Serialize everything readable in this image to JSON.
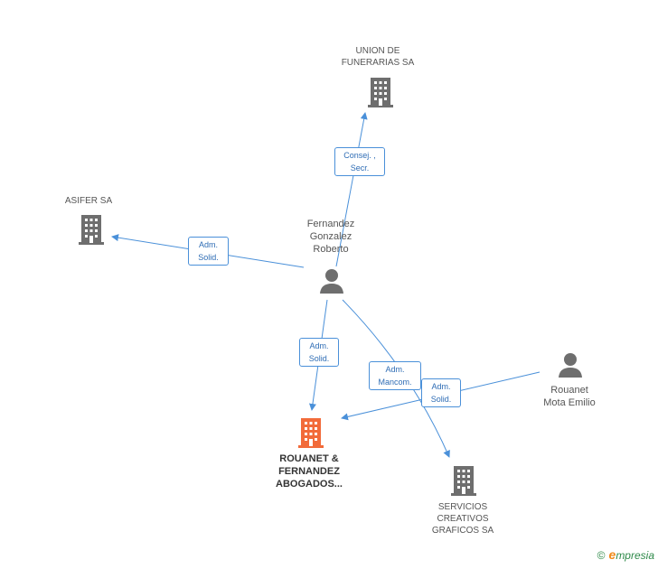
{
  "nodes": {
    "union": {
      "lines": [
        "UNION DE",
        "FUNERARIAS SA"
      ]
    },
    "asifer": {
      "lines": [
        "ASIFER SA"
      ]
    },
    "fernandez": {
      "lines": [
        "Fernandez",
        "Gonzalez",
        "Roberto"
      ]
    },
    "rouanet_fernandez": {
      "lines": [
        "ROUANET &",
        "FERNANDEZ",
        "ABOGADOS..."
      ]
    },
    "rouanet_mota": {
      "lines": [
        "Rouanet",
        "Mota Emilio"
      ]
    },
    "servicios": {
      "lines": [
        "SERVICIOS",
        "CREATIVOS",
        "GRAFICOS SA"
      ]
    }
  },
  "relations": {
    "to_union": [
      "Consej. ,",
      "Secr."
    ],
    "to_asifer": [
      "Adm.",
      "Solid."
    ],
    "to_rouanet_from_fernandez": [
      "Adm.",
      "Solid."
    ],
    "to_servicios": [
      "Adm.",
      "Mancom."
    ],
    "to_rouanet_from_mota": [
      "Adm.",
      "Solid."
    ]
  },
  "colors": {
    "company": "#6e6e6e",
    "main_company": "#f26b3a",
    "person": "#6e6e6e",
    "edge": "#4a90d9"
  },
  "footer": {
    "copyright": "©",
    "brand_initial": "e",
    "brand_rest": "mpresia"
  }
}
